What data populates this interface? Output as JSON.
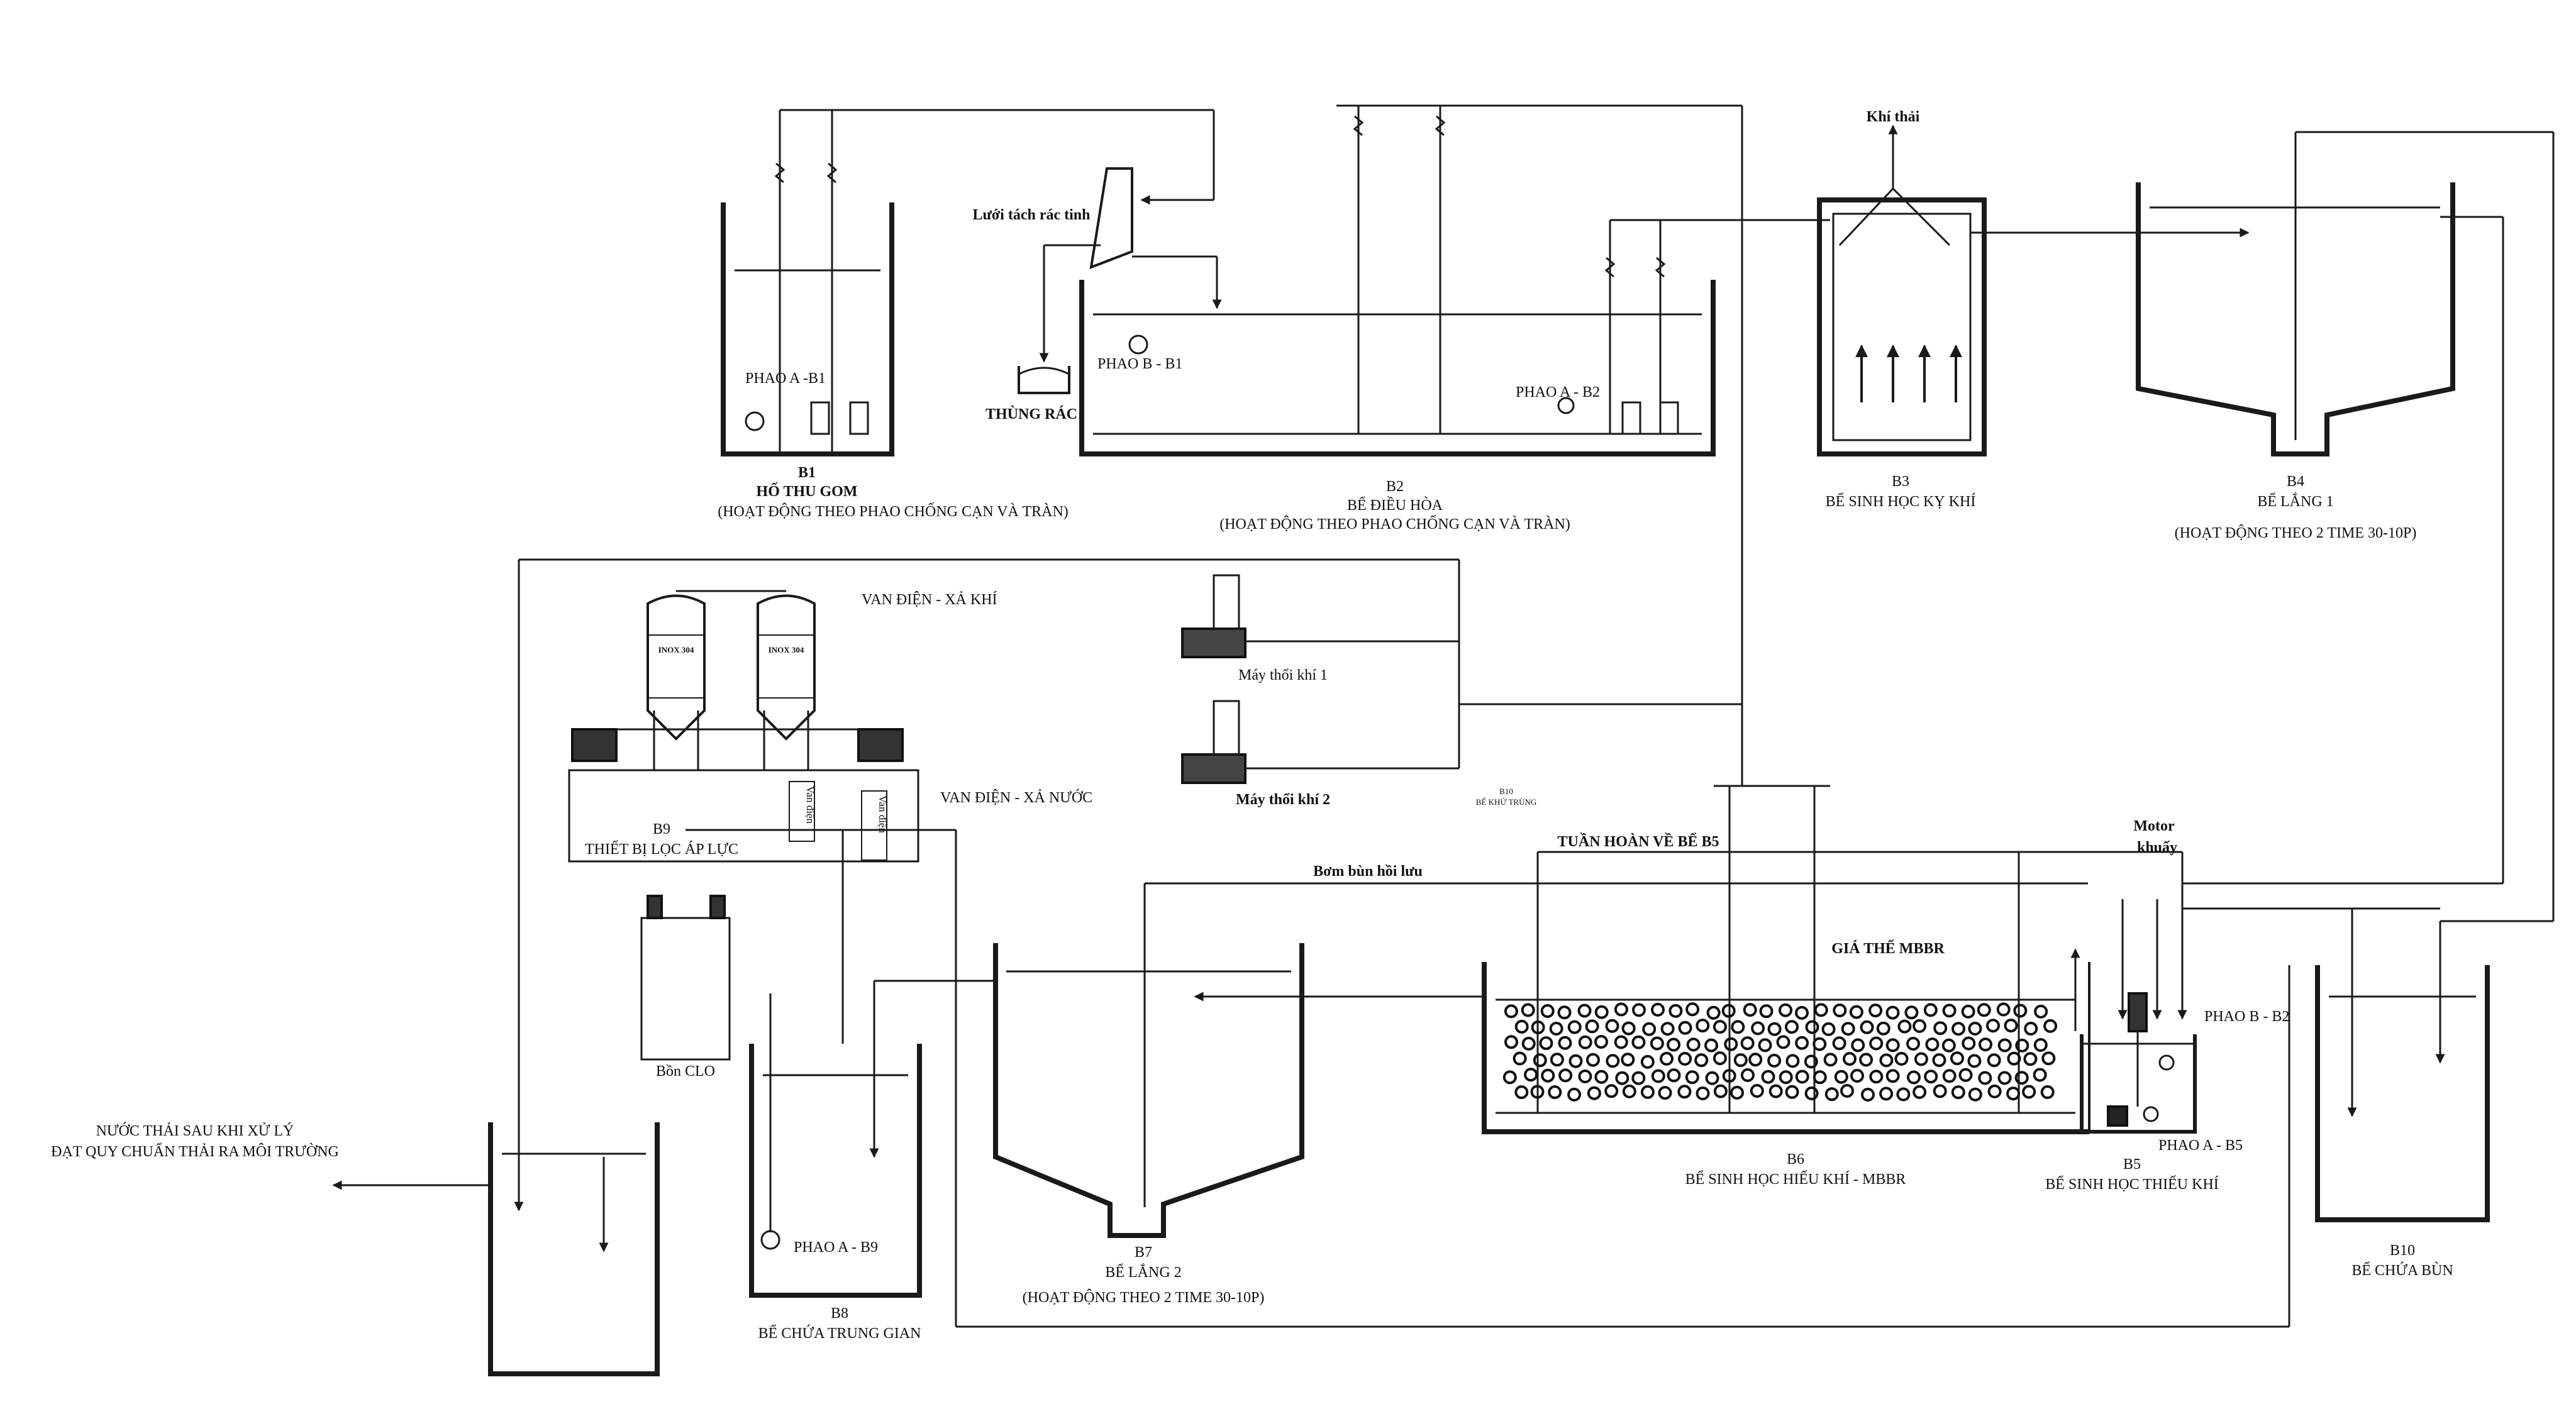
{
  "colors": {
    "line": "#1a1a1a",
    "background": "#ffffff",
    "media": "#111111"
  },
  "tanks": {
    "b1": {
      "code": "B1",
      "name": "HỐ THU GOM",
      "note": "(HOẠT ĐỘNG THEO PHAO CHỐNG CẠN VÀ TRÀN)",
      "float": "PHAO A -B1"
    },
    "b2": {
      "code": "B2",
      "name": "BỂ ĐIỀU HÒA",
      "note": "(HOẠT ĐỘNG THEO PHAO CHỐNG CẠN VÀ TRÀN)",
      "float_a": "PHAO A - B2",
      "float_b": "PHAO B - B1"
    },
    "b3": {
      "code": "B3",
      "name": "BỂ SINH HỌC KỴ KHÍ",
      "gas": "Khí thải"
    },
    "b4": {
      "code": "B4",
      "name": "BỂ LẮNG 1",
      "note": "(HOẠT ĐỘNG THEO 2 TIME 30-10P)"
    },
    "b5": {
      "code": "B5",
      "name": "BỂ SINH HỌC THIẾU KHÍ",
      "float_a": "PHAO  A - B5",
      "float_b": "PHAO  B - B2",
      "motor": [
        "Motor",
        "khuấy"
      ]
    },
    "b6": {
      "code": "B6",
      "name": "BỂ SINH HỌC HIẾU KHÍ - MBBR",
      "media": "GIÁ THỂ MBBR",
      "recycle": "TUẦN HOÀN VỀ BỂ B5"
    },
    "b7": {
      "code": "B7",
      "name": "BỂ LẮNG 2",
      "note": "(HOẠT ĐỘNG THEO 2 TIME 30-10P)",
      "sludge": "Bơm bùn hồi lưu"
    },
    "b8": {
      "code": "B8",
      "name": "BỂ CHỨA TRUNG GIAN",
      "float": "PHAO A - B9"
    },
    "b9": {
      "code": "B9",
      "name": "THIẾT BỊ LỌC ÁP LỰC",
      "vessel": "INOX 304",
      "valve_v": "Van điện"
    },
    "b10": {
      "code": "B10",
      "name": "BỂ CHỨA BÙN"
    },
    "b10_small": {
      "code": "B10",
      "name": "BỂ KHỬ TRÙNG"
    }
  },
  "equipment": {
    "screen": "Lưới tách rác tinh",
    "trash": "THÙNG RÁC",
    "blower1": "Máy thổi khí 1",
    "blower2": "Máy thổi khí 2",
    "valve_air": "VAN ĐIỆN - XẢ KHÍ",
    "valve_water": "VAN ĐIỆN - XẢ NƯỚC",
    "clo": "Bồn CLO"
  },
  "outlet": {
    "line1": "NƯỚC THẢI SAU KHI XỬ LÝ",
    "line2": "ĐẠT QUY CHUẨN THẢI RA MÔI TRƯỜNG"
  }
}
